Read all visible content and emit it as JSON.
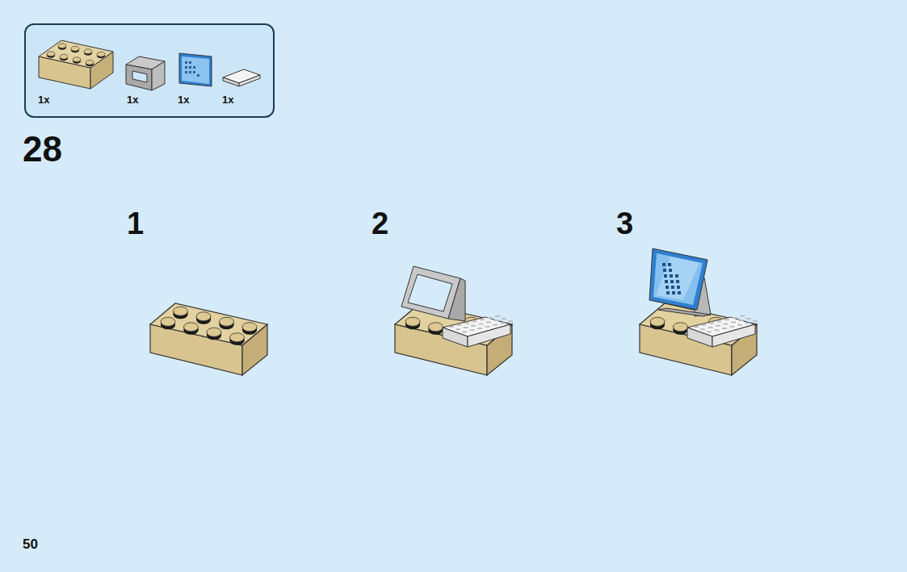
{
  "diagram": {
    "nodes": [
      {
        "text": [
          "1x",
          "1x",
          "1x",
          "1x"
        ]
      }
    ],
    "edges": [],
    "labels": [
      "28",
      "1",
      "2",
      "3",
      "50"
    ]
  }
}
